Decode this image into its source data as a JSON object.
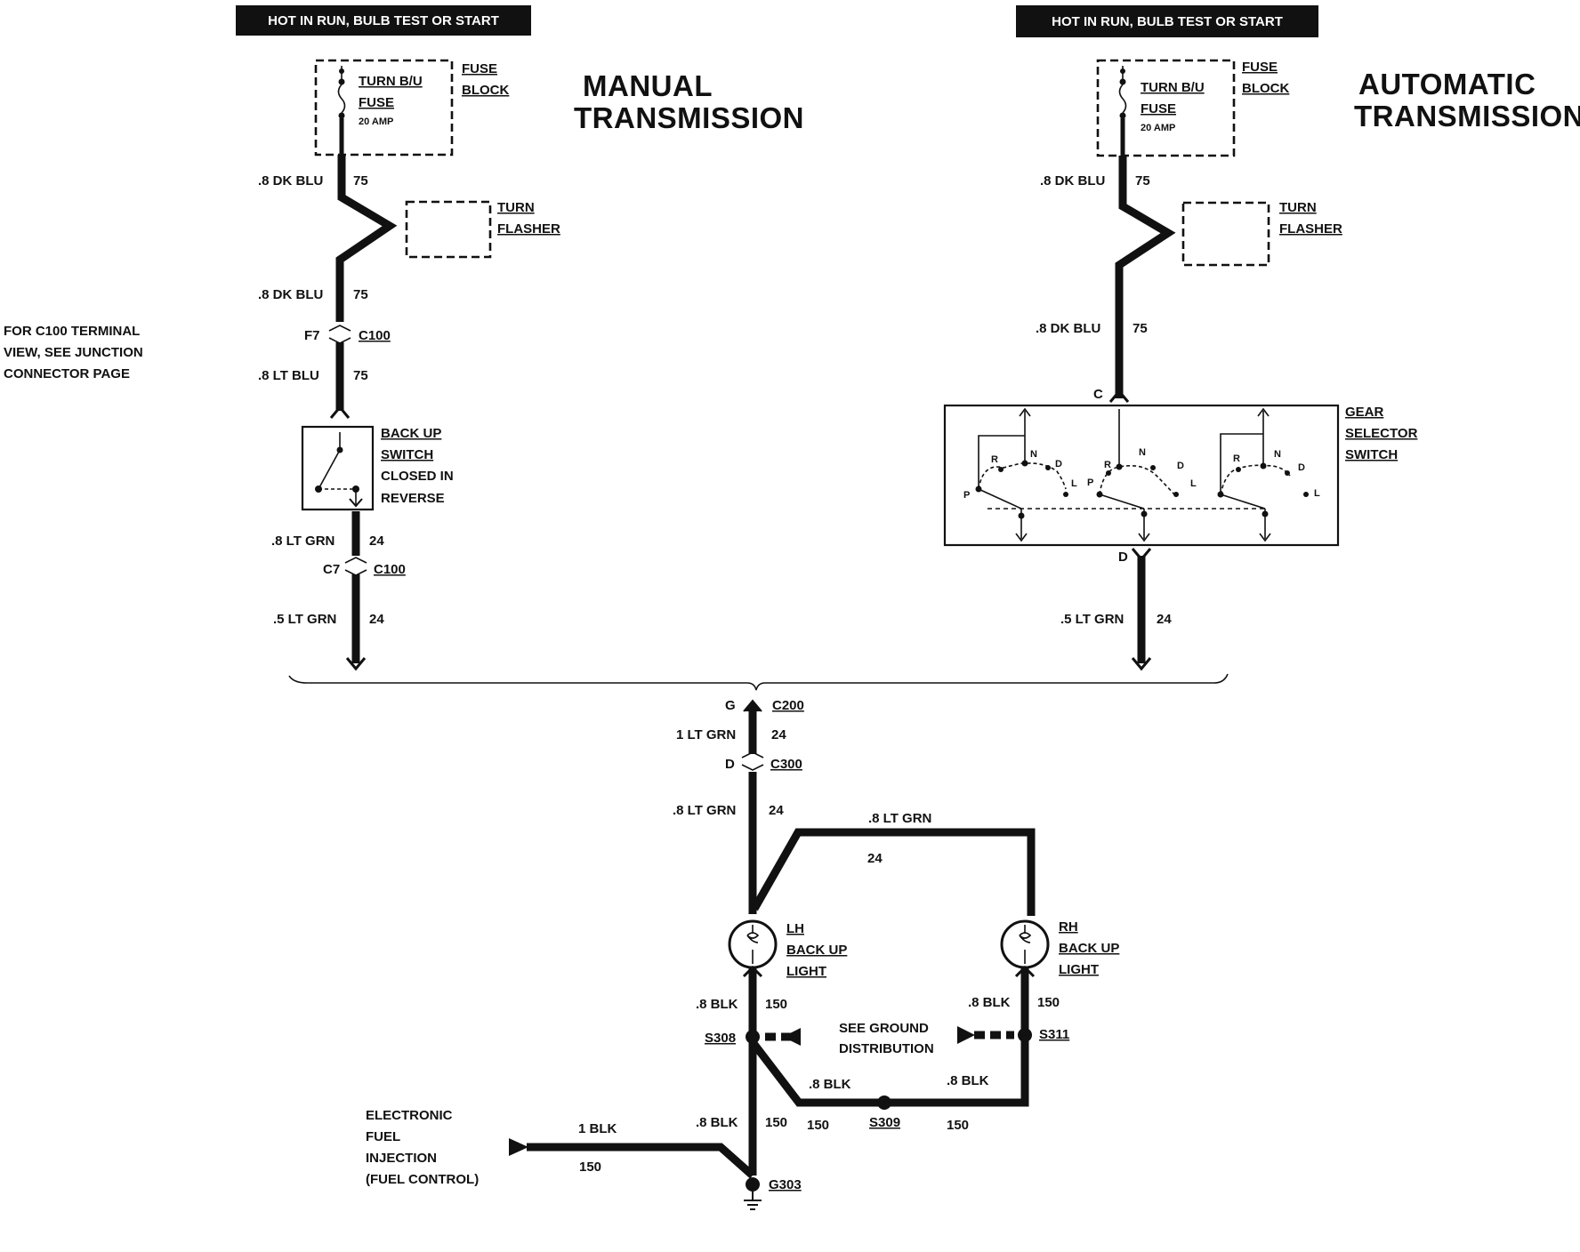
{
  "headers": {
    "manual": "HOT IN RUN, BULB TEST OR START",
    "automatic": "HOT IN RUN,  BULB TEST OR START"
  },
  "titles": {
    "manual_line1": "MANUAL",
    "manual_line2": "TRANSMISSION",
    "auto_line1": "AUTOMATIC",
    "auto_line2": "TRANSMISSION"
  },
  "fuse": {
    "name_line1": "TURN B/U",
    "name_line2": "FUSE",
    "rating": "20 AMP",
    "block_line1": "FUSE",
    "block_line2": "BLOCK"
  },
  "flasher": {
    "line1": "TURN",
    "line2": "FLASHER"
  },
  "note": {
    "line1": "FOR C100 TERMINAL",
    "line2": "VIEW, SEE JUNCTION",
    "line3": "CONNECTOR PAGE"
  },
  "backup_switch": {
    "line1": "BACK UP",
    "line2": "SWITCH",
    "line3": "CLOSED IN",
    "line4": "REVERSE"
  },
  "gear_selector": {
    "line1": "GEAR",
    "line2": "SELECTOR",
    "line3": "SWITCH",
    "pin_in": "C",
    "pin_out": "D",
    "positions": [
      "P",
      "R",
      "N",
      "D",
      "L"
    ]
  },
  "wires": {
    "dk_blu": ".8 DK BLU",
    "lt_blu": ".8 LT BLU",
    "lt_grn_08": ".8 LT GRN",
    "lt_grn_05": ".5 LT GRN",
    "lt_grn_1": "1 LT GRN",
    "blk_08": ".8 BLK",
    "blk_1": "1 BLK",
    "circuit_75": "75",
    "circuit_24": "24",
    "circuit_150": "150"
  },
  "connectors": {
    "c100": "C100",
    "f7": "F7",
    "c7": "C7",
    "c200": "C200",
    "g_pin": "G",
    "c300": "C300",
    "d_pin": "D"
  },
  "lights": {
    "lh_line1": "LH",
    "rh_line1": "RH",
    "line2": "BACK UP",
    "line3": "LIGHT"
  },
  "ground": {
    "s308": "S308",
    "s311": "S311",
    "s309": "S309",
    "g303": "G303",
    "see_line1": "SEE GROUND",
    "see_line2": "DISTRIBUTION"
  },
  "efi": {
    "line1": "ELECTRONIC",
    "line2": "FUEL",
    "line3": "INJECTION",
    "line4": "(FUEL CONTROL)"
  }
}
